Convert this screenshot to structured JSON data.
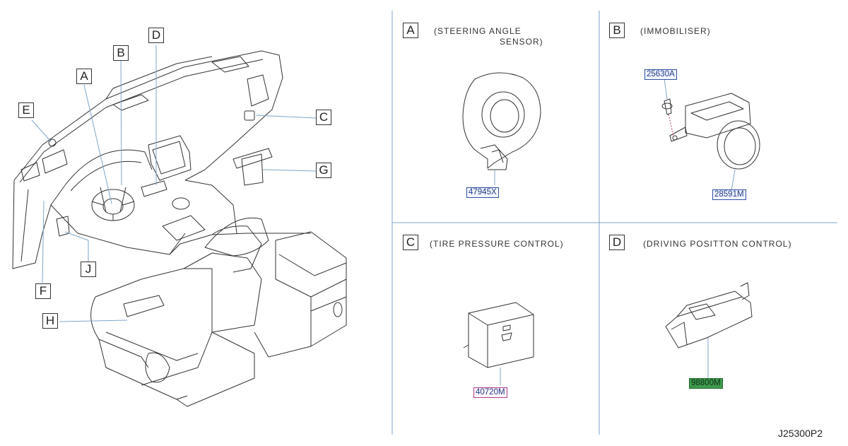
{
  "overview": {
    "callouts": [
      "A",
      "B",
      "C",
      "D",
      "E",
      "F",
      "G",
      "H",
      "J"
    ]
  },
  "panels": {
    "a": {
      "letter": "A",
      "title_line1": "(STEERING  ANGLE",
      "title_line2": "SENSOR)",
      "part": "47945X"
    },
    "b": {
      "letter": "B",
      "title": "(IMMOBILISER)",
      "part_bolt": "25630A",
      "part_ring": "28591M"
    },
    "c": {
      "letter": "C",
      "title": "(TIRE  PRESSURE  CONTROL)",
      "part": "40720M"
    },
    "d": {
      "letter": "D",
      "title": "(DRIVING  POSITTON  CONTROL)",
      "part": "98800M"
    }
  },
  "diagram_ref": "J25300P2",
  "colors": {
    "line": "#333333",
    "guide": "#7fa6c8",
    "blue_box": "#3050a0",
    "pink_box": "#b04090",
    "green_box": "#3f9a4f"
  }
}
